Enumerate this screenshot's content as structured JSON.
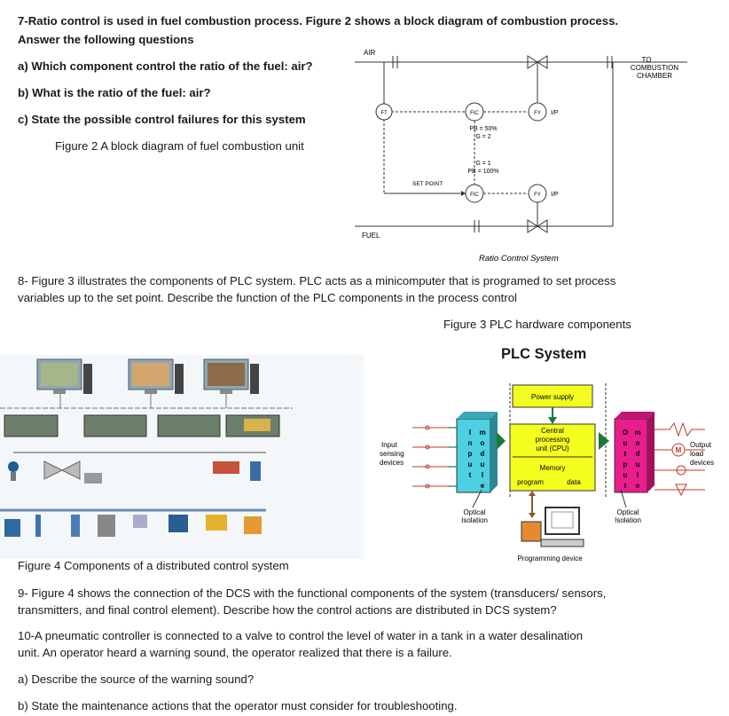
{
  "q7": {
    "heading_line1": "7-Ratio control is used in fuel combustion process. Figure 2 shows a block diagram of combustion process.",
    "heading_line2": "Answer the following questions",
    "a": "a)  Which component control the ratio of the fuel: air?",
    "b": "b)  What is the ratio of the fuel: air?",
    "c": "c)  State the possible control failures for this system",
    "figure_caption": "Figure 2 A block diagram of fuel combustion unit"
  },
  "ratio_diagram": {
    "air": "AIR",
    "fuel": "FUEL",
    "to_chamber_1": "TO",
    "to_chamber_2": "COMBUSTION",
    "to_chamber_3": "CHAMBER",
    "ft": "FT",
    "fic_top": "FIC",
    "fy_top": "FY",
    "ip_top": "I/P",
    "pb_top": "PB = 50%",
    "g_top": "G = 2",
    "g_bottom": "G = 1",
    "pb_bottom": "PB = 100%",
    "set_point": "SET POINT",
    "fic_bottom": "FIC",
    "fy_bottom": "FY",
    "ip_bottom": "I/P",
    "caption": "Ratio Control System"
  },
  "q8": {
    "line1": "8- Figure 3 illustrates the components of PLC system. PLC acts as a minicomputer that is programed to set process",
    "line2": "variables up to the set point. Describe the function of the PLC components in the process control",
    "figure_caption": "Figure 3 PLC hardware components"
  },
  "plc": {
    "title": "PLC System",
    "power_supply": "Power supply",
    "cpu_1": "Central",
    "cpu_2": "processing",
    "cpu_3": "unit (CPU)",
    "memory": "Memory",
    "program": "program",
    "data": "data",
    "input_module": "Input module",
    "output_module": "Output module",
    "input_devices_1": "Input",
    "input_devices_2": "sensing",
    "input_devices_3": "devices",
    "output_devices_1": "Output",
    "output_devices_2": "load",
    "output_devices_3": "devices",
    "optical_left_1": "Optical",
    "optical_left_2": "Isolation",
    "optical_right_1": "Optical",
    "optical_right_2": "Isolation",
    "programming_device": "Programming device",
    "motor": "M",
    "colors": {
      "module": "#4dd0e1",
      "cpu": "#f4ff1f",
      "output_module": "#e91e8c"
    }
  },
  "dcs": {
    "caption": "Figure 4 Components of a distributed control system"
  },
  "q9": {
    "line1": "9- Figure 4 shows the connection of the DCS with the functional components of the system (transducers/ sensors,",
    "line2": "transmitters, and final control element). Describe how the control actions are distributed in DCS system?"
  },
  "q10": {
    "line1": "10-A pneumatic controller is connected to a valve to control the level of water in a tank in a water desalination",
    "line2": "unit. An operator heard a warning sound, the operator realized that there is a failure.",
    "a": "a)  Describe the source of the warning sound?",
    "b": "b)  State the maintenance actions that the operator must consider for troubleshooting."
  }
}
